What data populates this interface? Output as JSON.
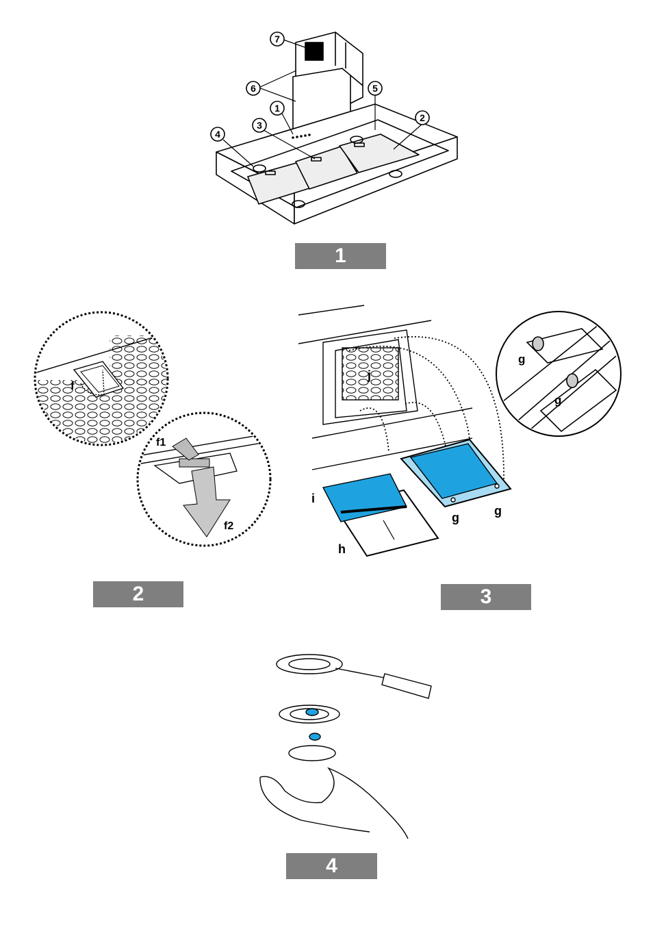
{
  "figure_labels": [
    "1",
    "2",
    "3",
    "4"
  ],
  "figure1_callouts": [
    "1",
    "2",
    "3",
    "4",
    "5",
    "6",
    "7"
  ],
  "figure2_labels": {
    "latch": "f",
    "press": "f1",
    "pull": "f2"
  },
  "figure3_labels": {
    "hinge": "g",
    "frame": "h",
    "filter": "i",
    "grid": "j"
  },
  "colors": {
    "filter_blue": "#1fa3e0",
    "filter_blue_light": "#a9dcf3",
    "label_gray": "#7f7f7f",
    "ink": "#000000"
  }
}
